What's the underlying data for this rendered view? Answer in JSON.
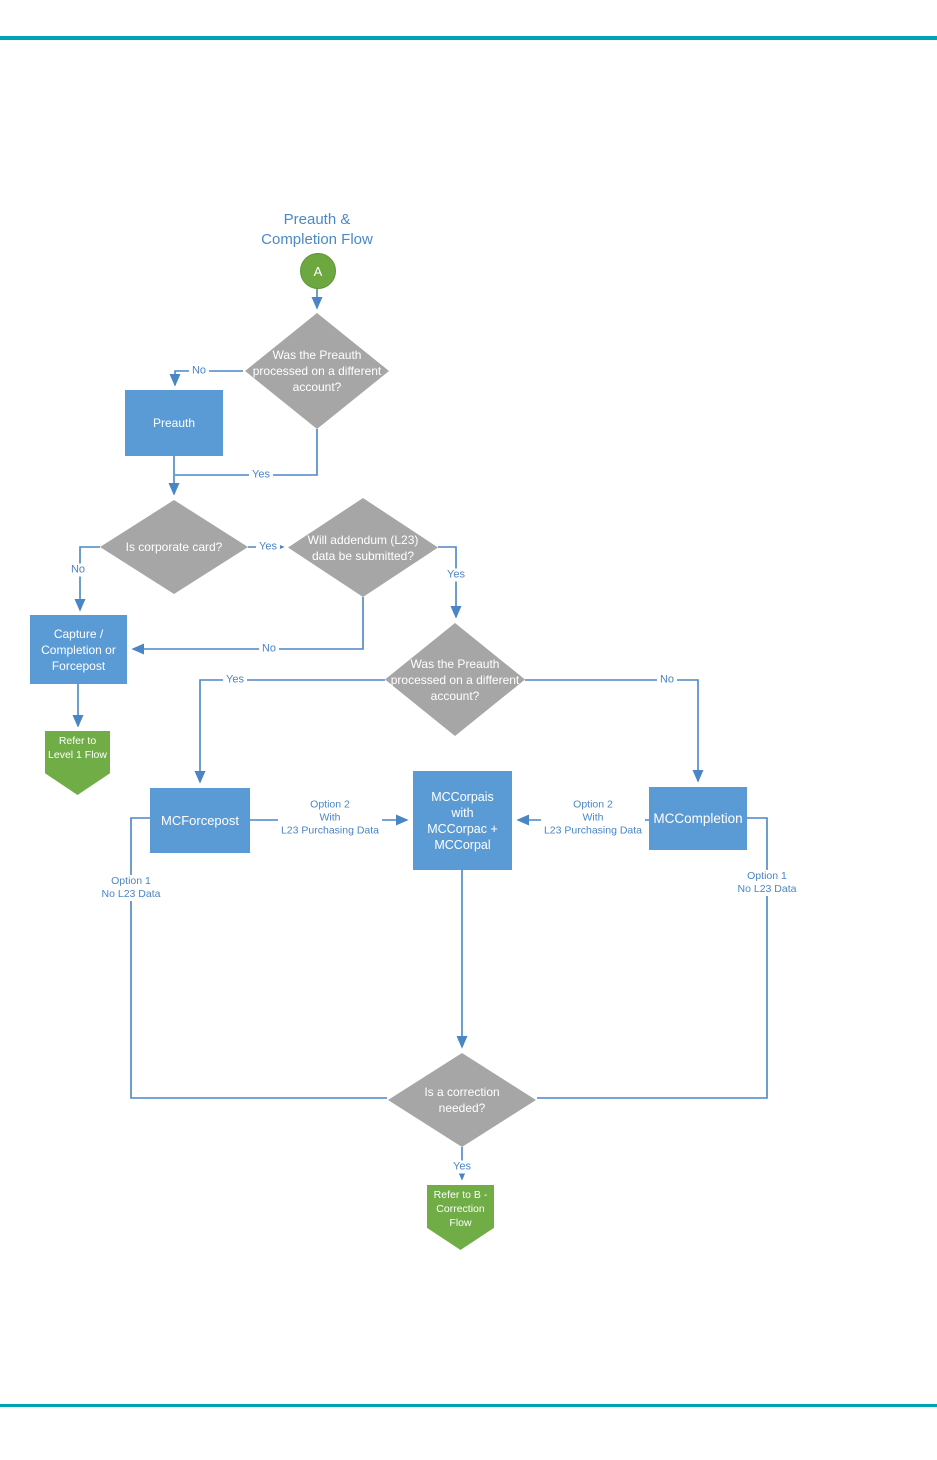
{
  "title": {
    "line1": "Preauth &",
    "line2": "Completion Flow"
  },
  "colors": {
    "process_fill": "#5B9BD5",
    "decision_fill": "#A6A6A6",
    "terminal_fill": "#70AD47",
    "connector": "#4A86C5",
    "title_text": "#4A89C8",
    "rule": "#00A3B3"
  },
  "labels": {
    "yes": "Yes",
    "no": "No",
    "option1": {
      "line1": "Option 1",
      "line2": "No L23 Data"
    },
    "option2": {
      "line1": "Option 2",
      "line2": "With",
      "line3": "L23 Purchasing Data"
    }
  },
  "nodes": {
    "start": {
      "text": "A"
    },
    "preauth_diff_1": {
      "line1": "Was the Preauth",
      "line2": "processed on a different",
      "line3": "account?"
    },
    "preauth": {
      "text": "Preauth"
    },
    "corporate_card": {
      "text": "Is corporate card?"
    },
    "addendum": {
      "line1": "Will addendum (L23)",
      "line2": "data be submitted?"
    },
    "capture": {
      "line1": "Capture /",
      "line2": "Completion or",
      "line3": "Forcepost"
    },
    "preauth_diff_2": {
      "line1": "Was the Preauth",
      "line2": "processed on a different",
      "line3": "account?"
    },
    "refer_level1": {
      "line1": "Refer to",
      "line2": "Level 1 Flow"
    },
    "mcforcepost": {
      "text": "MCForcepost"
    },
    "mccorpais": {
      "line1": "MCCorpais",
      "line2": "with",
      "line3": "MCCorpac +",
      "line4": "MCCorpal"
    },
    "mccompletion": {
      "text": "MCCompletion"
    },
    "correction": {
      "line1": "Is a correction",
      "line2": "needed?"
    },
    "refer_b": {
      "line1": "Refer to B -",
      "line2": "Correction",
      "line3": "Flow"
    }
  }
}
